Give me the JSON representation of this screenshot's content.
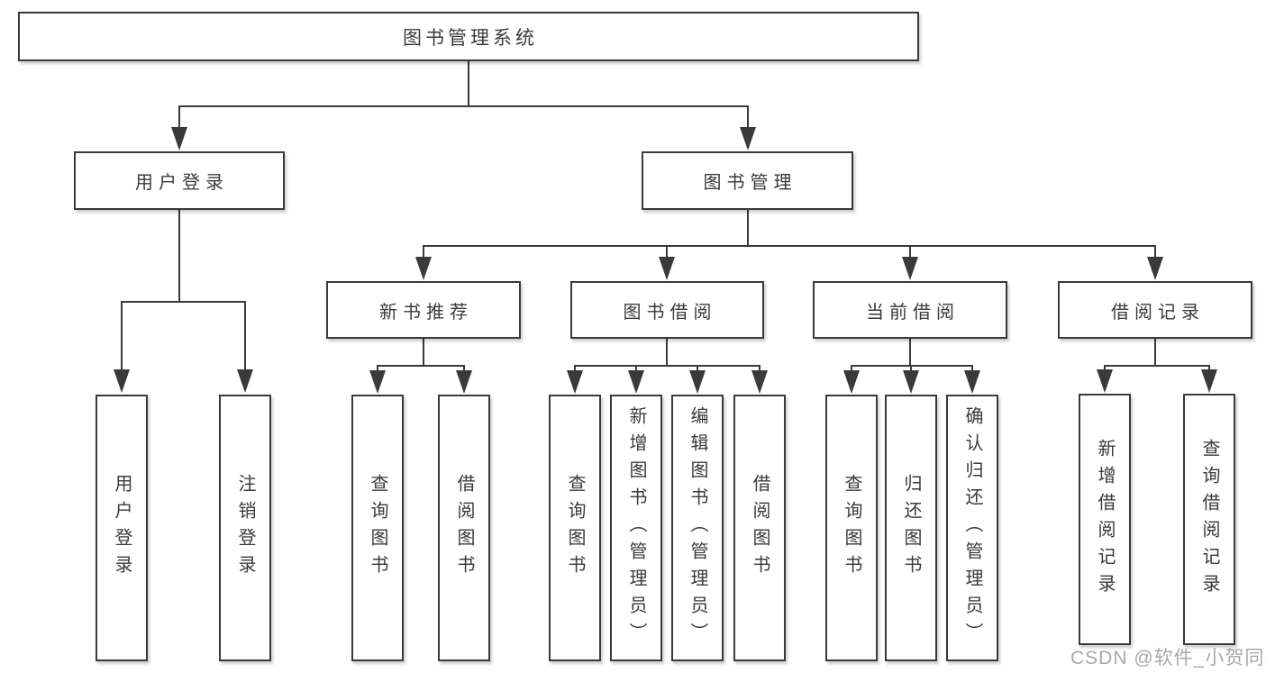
{
  "diagram": {
    "root": {
      "label": "图书管理系统"
    },
    "branches": [
      {
        "label": "用户登录",
        "children": [
          {
            "label": "用户登录"
          },
          {
            "label": "注销登录"
          }
        ]
      },
      {
        "label": "图书管理",
        "children": [
          {
            "label": "新书推荐",
            "children": [
              {
                "label": "查询图书"
              },
              {
                "label": "借阅图书"
              }
            ]
          },
          {
            "label": "图书借阅",
            "children": [
              {
                "label": "查询图书"
              },
              {
                "label": "新增图书（管理员）"
              },
              {
                "label": "编辑图书（管理员）"
              },
              {
                "label": "借阅图书"
              }
            ]
          },
          {
            "label": "当前借阅",
            "children": [
              {
                "label": "查询图书"
              },
              {
                "label": "归还图书"
              },
              {
                "label": "确认归还（管理员）"
              }
            ]
          },
          {
            "label": "借阅记录",
            "children": [
              {
                "label": "新增借阅记录"
              },
              {
                "label": "查询借阅记录"
              }
            ]
          }
        ]
      }
    ]
  },
  "watermark": {
    "text": "CSDN @软件_小贺同学"
  },
  "colors": {
    "line": "#3a3a3a",
    "text": "#3a3a3a",
    "box_fill": "#ffffff",
    "background": "#ffffff",
    "watermark": "#a9a9a9"
  }
}
